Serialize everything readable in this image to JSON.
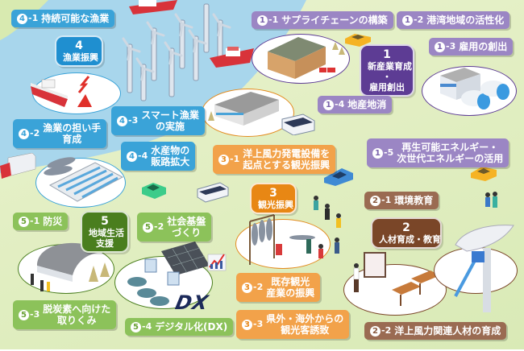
{
  "colors": {
    "sea": "#a8d6ec",
    "land": "#e3efc4",
    "fishery": "#3aa3d8",
    "industry": "#9b86c4",
    "tourism": "#f2a24a",
    "education": "#9a6b52",
    "community": "#8cc25a"
  },
  "hubs": [
    {
      "num": "1",
      "title": "新産業育成\n・\n雇用創出"
    },
    {
      "num": "2",
      "title": "人材育成・教育"
    },
    {
      "num": "3",
      "title": "観光振興"
    },
    {
      "num": "4",
      "title": "漁業振興"
    },
    {
      "num": "5",
      "title": "地域生活\n支援"
    }
  ],
  "items": {
    "i1_1": {
      "badge": "1",
      "sub": "-1",
      "text": "サプライチェーンの構築"
    },
    "i1_2": {
      "badge": "1",
      "sub": "-2",
      "text": "港湾地域の活性化"
    },
    "i1_3": {
      "badge": "1",
      "sub": "-3",
      "text": "雇用の創出"
    },
    "i1_4": {
      "badge": "1",
      "sub": "-4",
      "text": "地産地消"
    },
    "i1_5": {
      "badge": "1",
      "sub": "-5",
      "text": "再生可能エネルギー・\n次世代エネルギーの活用"
    },
    "i2_1": {
      "badge": "2",
      "sub": "-1",
      "text": "環境教育"
    },
    "i2_2": {
      "badge": "2",
      "sub": "-2",
      "text": "洋上風力関連人材の育成"
    },
    "i3_1": {
      "badge": "3",
      "sub": "-1",
      "text": "洋上風力発電設備を\n起点とする観光振興"
    },
    "i3_2": {
      "badge": "3",
      "sub": "-2",
      "text": "既存観光\n産業の振興"
    },
    "i3_3": {
      "badge": "3",
      "sub": "-3",
      "text": "県外・海外からの\n観光客誘致"
    },
    "i4_1": {
      "badge": "4",
      "sub": "-1",
      "text": "持続可能な漁業"
    },
    "i4_2": {
      "badge": "4",
      "sub": "-2",
      "text": "漁業の担い手\n育成"
    },
    "i4_3": {
      "badge": "4",
      "sub": "-3",
      "text": "スマート漁業\nの実施"
    },
    "i4_4": {
      "badge": "4",
      "sub": "-4",
      "text": "水産物の\n販路拡大"
    },
    "i5_1": {
      "badge": "5",
      "sub": "-1",
      "text": "防災"
    },
    "i5_2": {
      "badge": "5",
      "sub": "-2",
      "text": "社会基盤\nづくり"
    },
    "i5_3": {
      "badge": "5",
      "sub": "-3",
      "text": "脱炭素へ向けた\n取りくみ"
    },
    "i5_4": {
      "badge": "5",
      "sub": "-4",
      "text": "デジタル化(DX)"
    }
  },
  "illustrations": {
    "dx_label": "DX"
  }
}
